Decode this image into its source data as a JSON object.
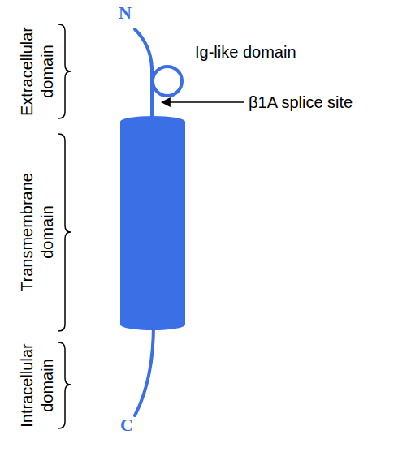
{
  "diagram": {
    "labels": [
      "N",
      "Ig-like domain",
      "β1A splice site",
      "Extracellular domain",
      "Transmembrane domain",
      "Intracellular domain",
      "C"
    ]
  }
}
